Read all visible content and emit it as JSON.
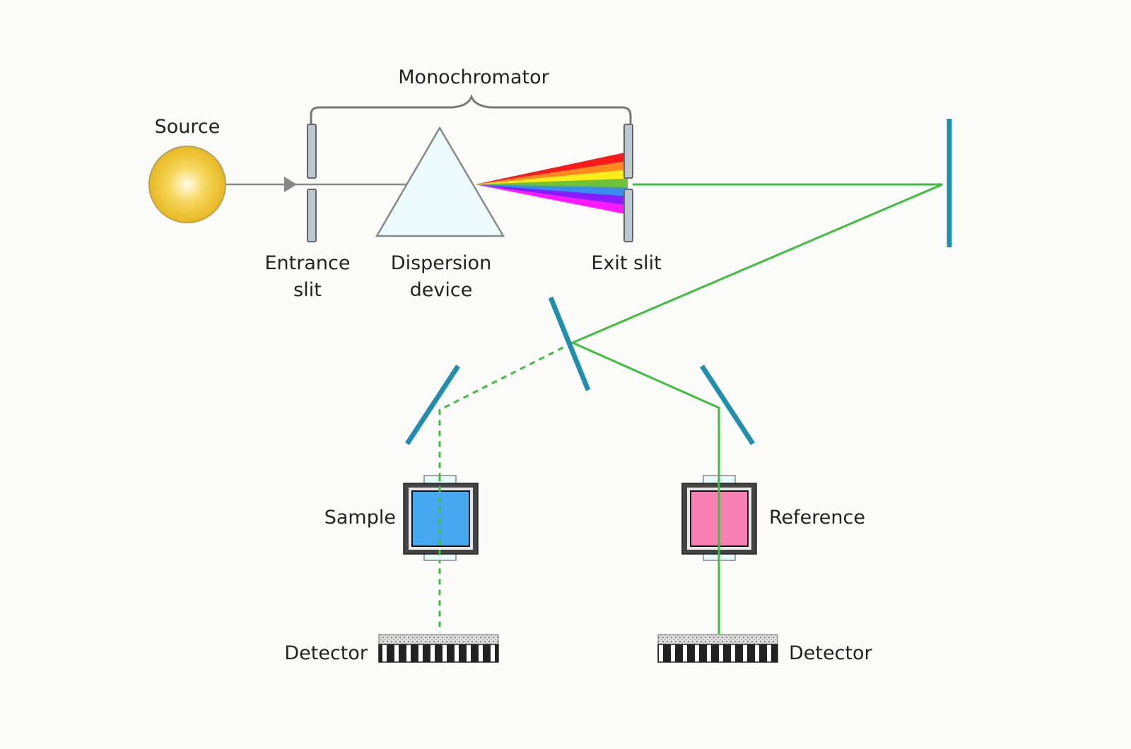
{
  "labels": {
    "monochromator": "Monochromator",
    "source": "Source",
    "entrance_slit_1": "Entrance",
    "entrance_slit_2": "slit",
    "dispersion_1": "Dispersion",
    "dispersion_2": "device",
    "exit_slit": "Exit slit",
    "sample": "Sample",
    "reference": "Reference",
    "detector_left": "Detector",
    "detector_right": "Detector"
  },
  "colors": {
    "beam": "#3cbf3c",
    "mirror": "#1f8fb0",
    "sample": "#45a8f0",
    "reference": "#f880b2",
    "source": "#f2c93a",
    "spectrum": [
      "#ff1a1a",
      "#ff8c1a",
      "#ffee1a",
      "#6cc23a",
      "#3a8cf0",
      "#8a1aff",
      "#ff1aff"
    ]
  }
}
